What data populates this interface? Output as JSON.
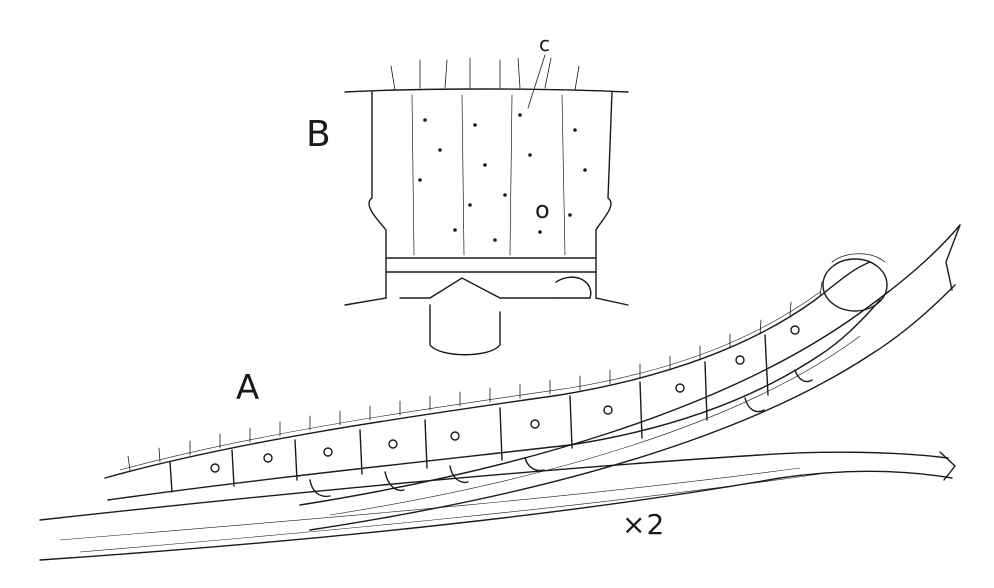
{
  "figure": {
    "labels": {
      "a": "A",
      "b": "B",
      "c": "c",
      "o": "o",
      "scale": "×2"
    },
    "ink_color": "#1a1a1a",
    "paper_color": "#ffffff"
  }
}
